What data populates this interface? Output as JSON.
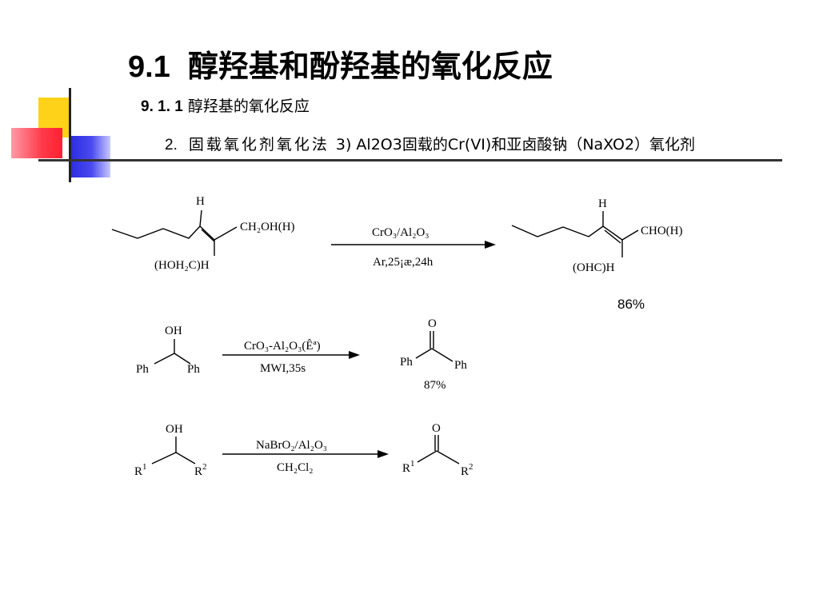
{
  "title": {
    "number": "9.1",
    "text": "醇羟基和酚羟基的氧化反应"
  },
  "subtitle1": {
    "number": "9. 1. 1",
    "text": "醇羟基的氧化反应"
  },
  "subtitle2": {
    "number": "2.",
    "method": "固载氧化剂氧化法",
    "detail": "3) Al2O3固载的Cr(VI)和亚卤酸钠（NaXO2）氧化剂"
  },
  "reactions": [
    {
      "reactant": {
        "top_h": "H",
        "ch2oh": "CH₂OH(H)",
        "hoh2c": "(HOH₂C)H"
      },
      "reagent_above": "CrO₃/Al₂O₃",
      "reagent_below": "Ar,25¡æ,24h",
      "product": {
        "top_h": "H",
        "cho": "CHO(H)",
        "ohc": "(OHC)H"
      },
      "yield": "86%"
    },
    {
      "reactant": {
        "oh": "OH",
        "ph_left": "Ph",
        "ph_right": "Ph"
      },
      "reagent_above": "CrO₃-Al₂O₃(Êª)",
      "reagent_below": "MWI,35s",
      "product": {
        "o": "O",
        "ph_left": "Ph",
        "ph_right": "Ph"
      },
      "yield": "87%"
    },
    {
      "reactant": {
        "oh": "OH",
        "r1": "R",
        "r1_sup": "1",
        "r2": "R",
        "r2_sup": "2"
      },
      "reagent_above": "NaBrO₂/Al₂O₃",
      "reagent_below": "CH₂Cl₂",
      "product": {
        "o": "O",
        "r1": "R",
        "r1_sup": "1",
        "r2": "R",
        "r2_sup": "2"
      }
    }
  ]
}
